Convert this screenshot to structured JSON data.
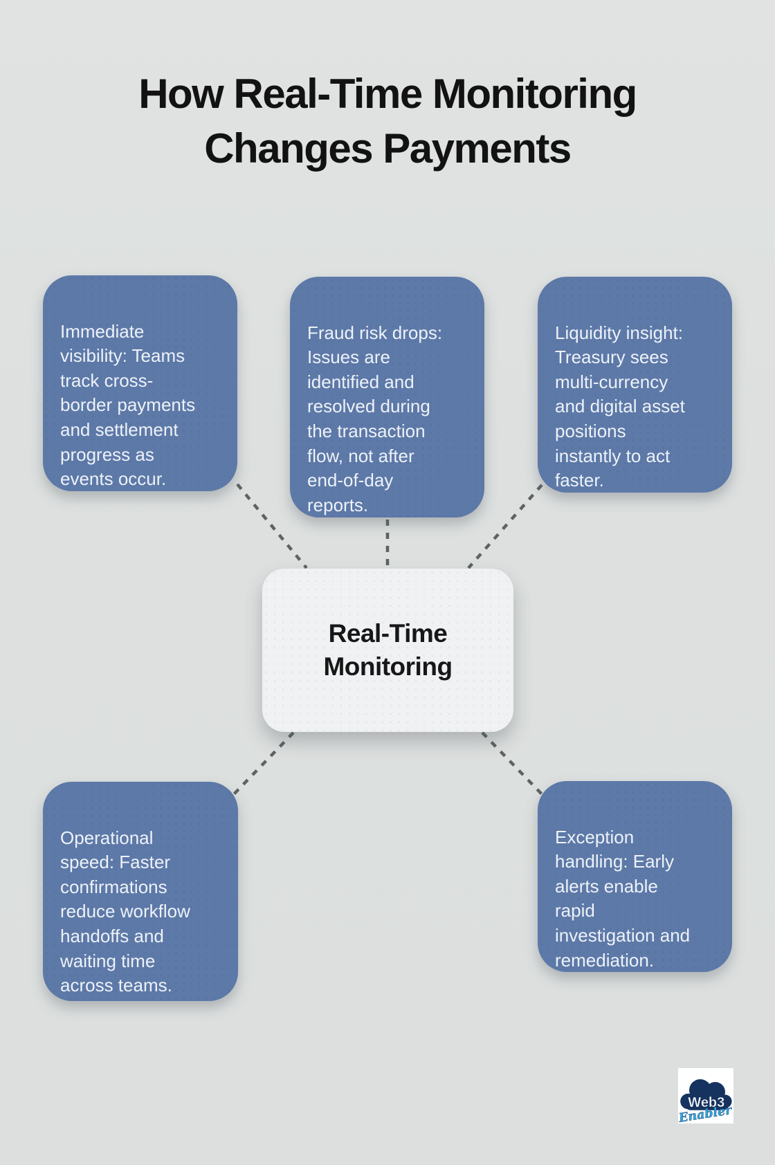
{
  "title": "How Real-Time Monitoring\nChanges Payments",
  "center": {
    "label": "Real-Time\nMonitoring"
  },
  "nodes": [
    {
      "id": "immediate-visibility",
      "position": "top-left",
      "text": "Immediate\nvisibility: Teams\ntrack cross-\nborder payments\nand settlement\nprogress as\nevents occur."
    },
    {
      "id": "fraud-risk-drops",
      "position": "top-center",
      "text": "Fraud risk drops:\nIssues are\nidentified and\nresolved during\nthe transaction\nflow, not after\nend-of-day\nreports."
    },
    {
      "id": "liquidity-insight",
      "position": "top-right",
      "text": "Liquidity insight:\nTreasury sees\nmulti-currency\nand digital asset\npositions\ninstantly to act\nfaster."
    },
    {
      "id": "operational-speed",
      "position": "bottom-left",
      "text": "Operational\nspeed: Faster\nconfirmations\nreduce workflow\nhandoffs and\nwaiting time\nacross teams."
    },
    {
      "id": "exception-handling",
      "position": "bottom-right",
      "text": "Exception\nhandling: Early\nalerts enable\nrapid\ninvestigation and\nremediation."
    }
  ],
  "logo": {
    "line1": "Web3",
    "line2": "Enabler"
  },
  "colors": {
    "background": "#dde0df",
    "node_fill": "#5d79a8",
    "node_text": "#edf2f8",
    "central_fill": "#f0f1f3",
    "title_text": "#121212",
    "connector": "#5e6263",
    "logo_navy": "#16335f",
    "logo_blue": "#2fa3dc"
  }
}
